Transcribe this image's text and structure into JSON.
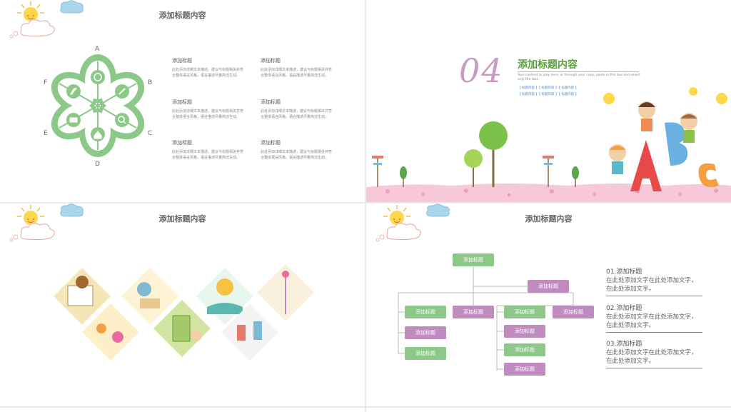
{
  "slides": {
    "s1": {
      "title": "添加标题内容",
      "petal_letters": [
        "A",
        "B",
        "C",
        "D",
        "E",
        "F"
      ],
      "petal_icons": [
        "basketball-icon",
        "pencil-icon",
        "search-icon",
        "home-icon",
        "tureen-icon",
        "feather-icon"
      ],
      "blocks": [
        {
          "h": "添加标题",
          "b": "此处添加详细文本描述，建议与标题相关并符合整体语言风格，语言描述尽量简洁生动。"
        },
        {
          "h": "添加标题",
          "b": "此处添加详细文本描述，建议与标题相关并符合整体语言风格，语言描述尽量简洁生动。"
        },
        {
          "h": "添加标题",
          "b": "此处添加详细文本描述，建议与标题相关并符合整体语言风格，语言描述尽量简洁生动。"
        },
        {
          "h": "添加标题",
          "b": "此处添加详细文本描述，建议与标题相关并符合整体语言风格，语言描述尽量简洁生动。"
        },
        {
          "h": "添加标题",
          "b": "此处添加详细文本描述，建议与标题相关并符合整体语言风格，语言描述尽量简洁生动。"
        },
        {
          "h": "添加标题",
          "b": "此处添加详细文本描述，建议与标题相关并符合整体语言风格，语言描述尽量简洁生动。"
        }
      ],
      "accent": "#8cc888"
    },
    "s2": {
      "number": "04",
      "title": "添加标题内容",
      "desc": "Your content to play here, or through your copy, paste in this box and select only the text.",
      "links_row1": "【 标题内容 】【 标题内容 】【 标题内容 】",
      "links_row2": "【 标题内容 】【 标题内容 】【 标题内容 】",
      "letters": [
        "A",
        "B",
        "C"
      ]
    },
    "s3": {
      "title": "添加标题内容"
    },
    "s4": {
      "title": "添加标题内容",
      "nodes": {
        "root": "添加标题",
        "mid_right": "添加标题",
        "l1": "添加标题",
        "l2": "添加标题",
        "l3": "添加标题",
        "c1": "添加标题",
        "r1": "添加标题",
        "r2": "添加标题",
        "r3": "添加标题",
        "r4": "添加标题",
        "r5": "添加标题"
      },
      "items": [
        {
          "h": "01.添加标题",
          "b": "在此处添加文字在此处添加文字，在此处添加文字。"
        },
        {
          "h": "02.添加标题",
          "b": "在此处添加文字在此处添加文字，在此处添加文字。"
        },
        {
          "h": "03.添加标题",
          "b": "在此处添加文字在此处添加文字，在此处添加文字。"
        }
      ]
    }
  }
}
